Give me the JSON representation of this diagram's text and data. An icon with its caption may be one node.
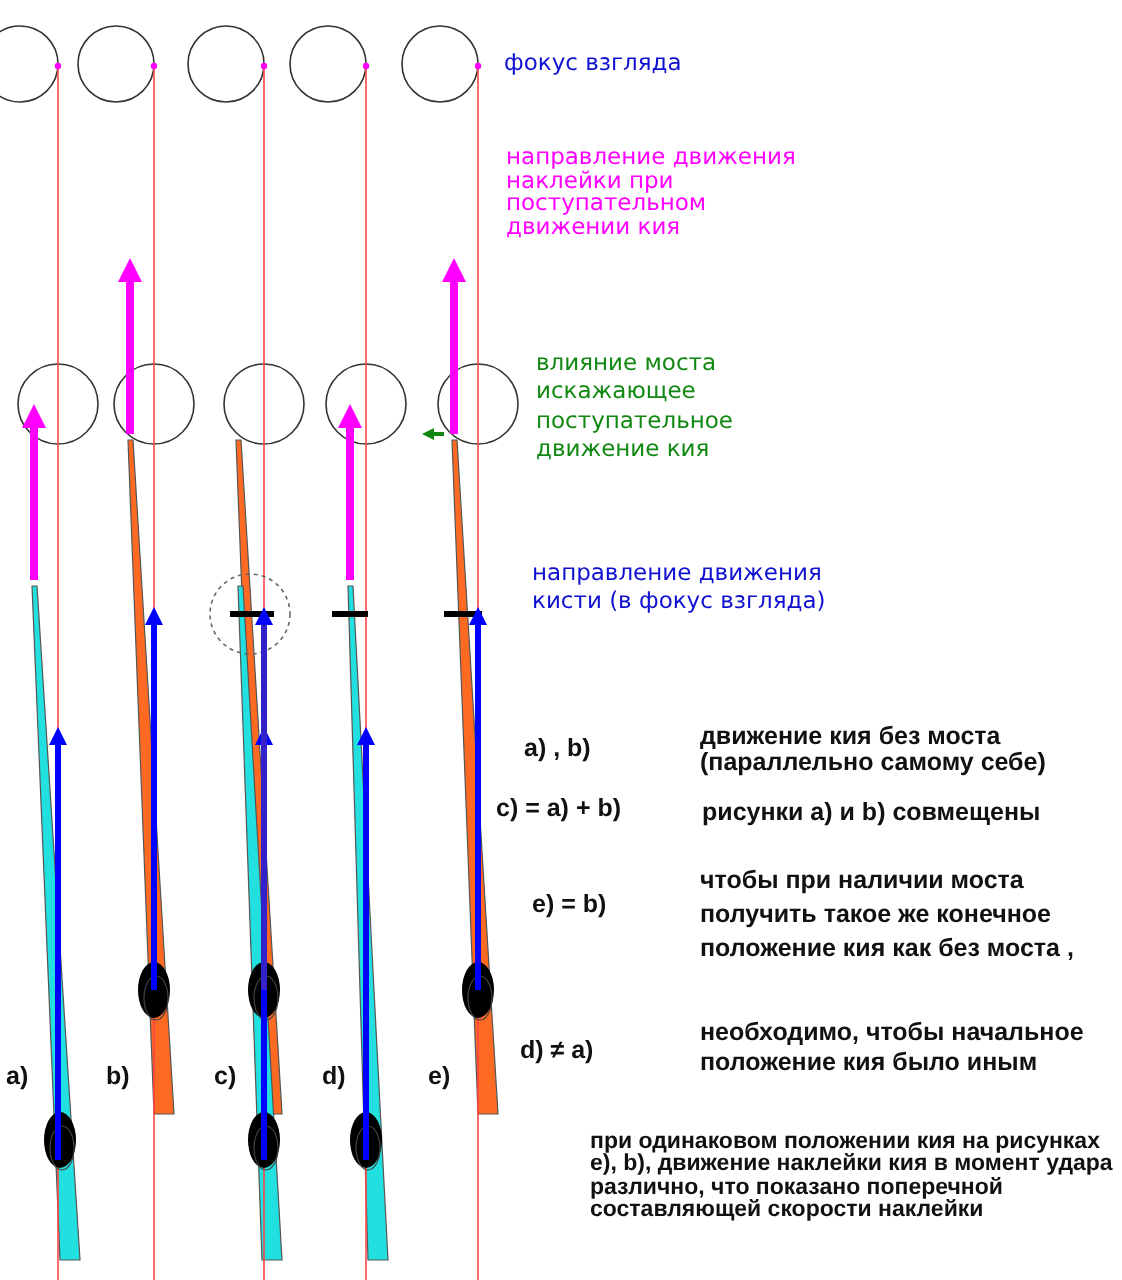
{
  "diagram": {
    "labels": [
      "фокус взгляда",
      "направление движения наклейки при поступательном движении кия",
      "влияние моста искажающее поступательное движение кия",
      "направление движения кисти (в фокус взгляда)",
      "a) , b)",
      "движение кия без моста (параллельно самому себе)",
      "c) = a) + b)",
      "рисунки a) и b) совмещены",
      "e) = b)",
      "чтобы при наличии моста получить такое же конечное положение кия как без моста ,",
      "d) ≠ a)",
      "необходимо, чтобы начальное положение кия было иным",
      "a)",
      "b)",
      "c)",
      "d)",
      "e)",
      "при одинаковом положении кия на рисунках e), b), движение наклейки кия в момент удара различно, что показано поперечной составляющей скорости наклейки"
    ]
  }
}
